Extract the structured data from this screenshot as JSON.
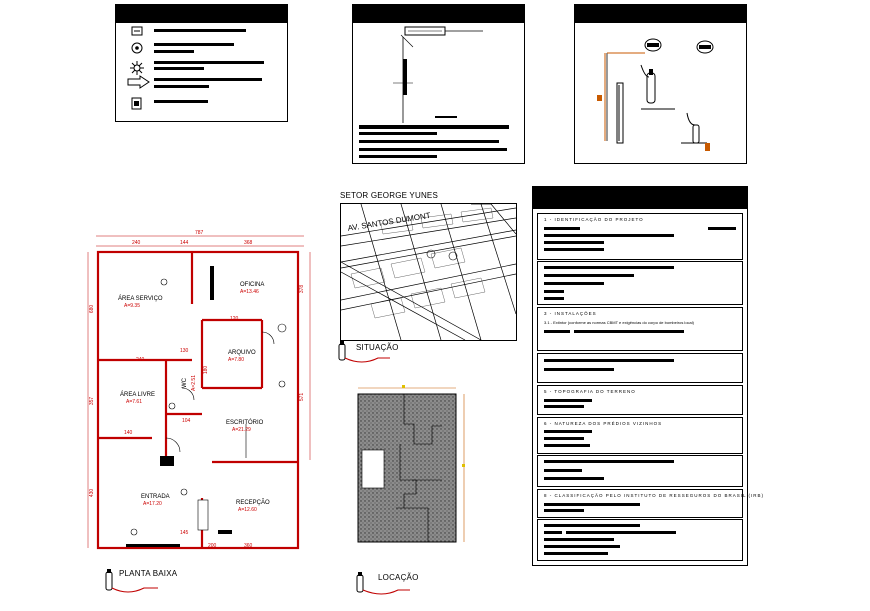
{
  "legend_panel": {
    "title": ""
  },
  "detail_panel_1": {
    "title": ""
  },
  "detail_panel_2": {
    "title": ""
  },
  "specs_panel": {
    "title": "",
    "sections": [
      {
        "title": "1 - IDENTIFICAÇÃO DO PROJETO",
        "note": ""
      },
      {
        "title": "",
        "note": ""
      },
      {
        "title": "3 - INSTALAÇÕES",
        "note": "3.1 - Extintor (conforme as normas CBMT e exigências do corpo de bombeiros local)"
      },
      {
        "title": "",
        "note": ""
      },
      {
        "title": "5 - TOPOGRAFIA DO TERRENO",
        "note": ""
      },
      {
        "title": "6 - NATUREZA DOS PRÉDIOS VIZINHOS",
        "note": ""
      },
      {
        "title": "",
        "note": ""
      },
      {
        "title": "8 - CLASSIFICAÇÃO PELO INSTITUTO DE RESSEGUROS DO BRASIL (IRB)",
        "note": ""
      },
      {
        "title": "",
        "note": ""
      }
    ]
  },
  "situacao": {
    "heading": "SETOR GEORGE YUNES",
    "street": "AV. SANTOS DUMONT",
    "caption": "SITUAÇÃO"
  },
  "locacao": {
    "caption": "LOCAÇÃO"
  },
  "floor_plan": {
    "caption": "PLANTA BAIXA",
    "dimensions": {
      "top_total": "787",
      "top_1": "240",
      "top_2": "144",
      "top_3": "368",
      "left_1": "680",
      "left_2": "357",
      "left_3": "430",
      "right_1": "378",
      "right_2": "571",
      "inner_1": "240",
      "inner_2": "130",
      "inner_3": "140",
      "inner_4": "104",
      "inner_5": "200",
      "inner_6": "145",
      "inner_7": "360",
      "inner_8": "180",
      "inner_9": "120"
    },
    "rooms": [
      {
        "name": "ÁREA SERVIÇO",
        "area": "A=9.35"
      },
      {
        "name": "OFICINA",
        "area": "A=13.46"
      },
      {
        "name": "ARQUIVO",
        "area": "A=7.80"
      },
      {
        "name": "ÁREA LIVRE",
        "area": "A=7.61"
      },
      {
        "name": "WC",
        "area": "A=2.51"
      },
      {
        "name": "ESCRITÓRIO",
        "area": "A=21.29"
      },
      {
        "name": "ENTRADA",
        "area": "A=17.20"
      },
      {
        "name": "RECEPÇÃO",
        "area": "A=12.60"
      }
    ]
  },
  "colors": {
    "wall": "#c00000",
    "ink": "#000000",
    "accent": "#c85a00"
  }
}
